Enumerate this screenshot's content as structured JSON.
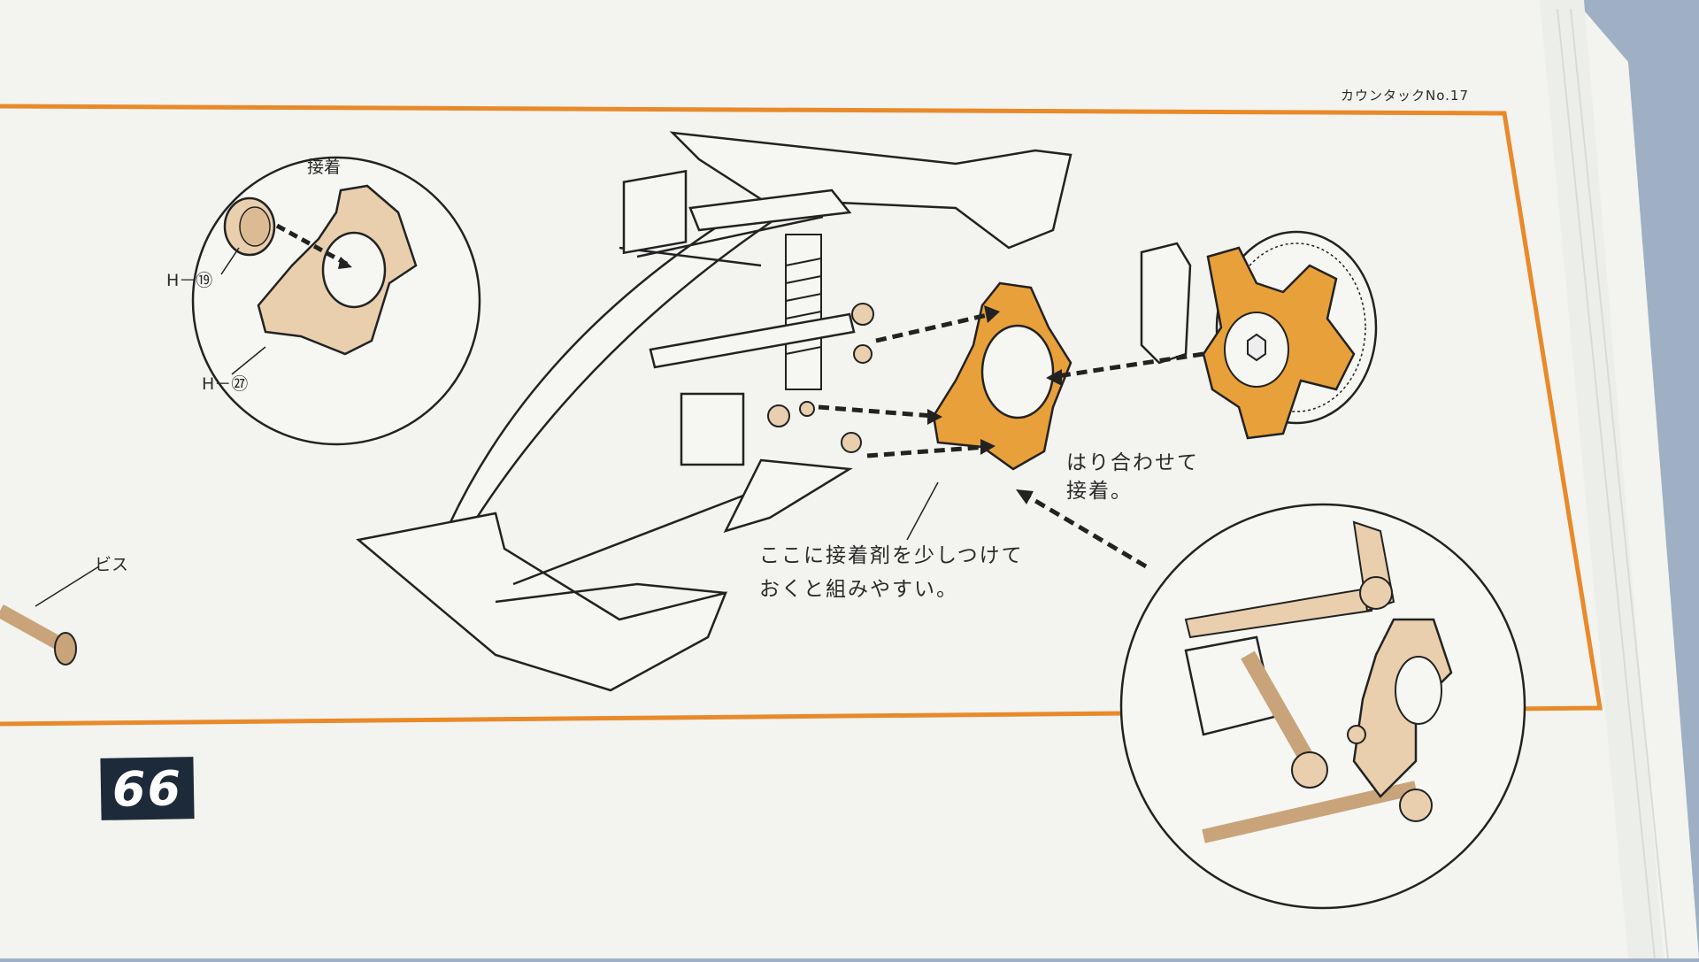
{
  "header": {
    "model": "カウンタックNo.17"
  },
  "page_number": "66",
  "inset_top": {
    "title": "接着",
    "part_a": "H－⑲",
    "part_b": "H－㉗"
  },
  "screw_label": "ビス",
  "caption_right": [
    "はり合わせて",
    "接着。"
  ],
  "caption_center": [
    "ここに接着剤を少しつけて",
    "おくと組みやすい。"
  ],
  "colors": {
    "frame": "#e88a2a",
    "part": "#e8a03a",
    "part_light": "#e9cfae",
    "ink": "#2a2a2a",
    "paper": "#f2f2ef"
  }
}
